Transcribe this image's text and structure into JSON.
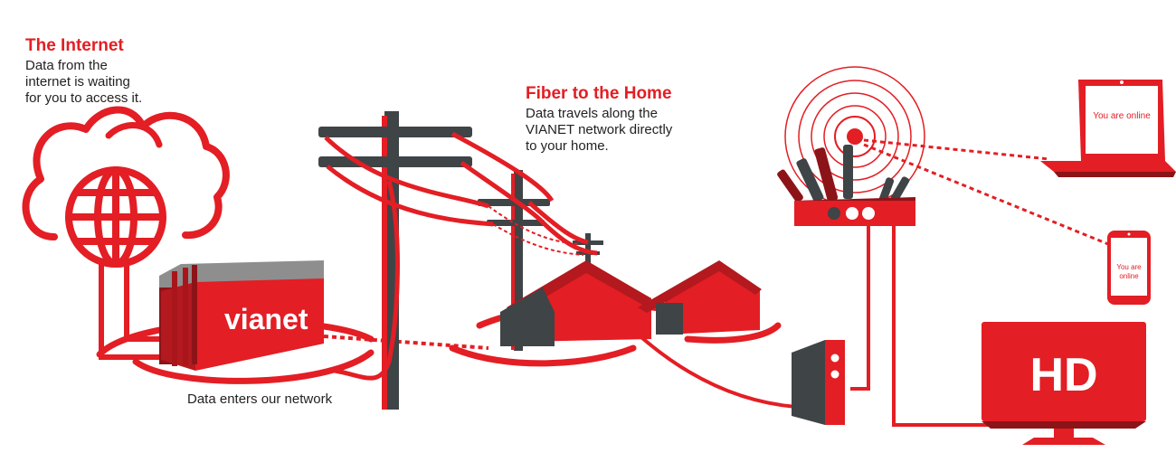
{
  "internet": {
    "heading": "The Internet",
    "lines": [
      "Data from the",
      "internet is waiting",
      "for you to access it."
    ]
  },
  "fiber": {
    "heading": "Fiber to the Home",
    "lines": [
      "Data travels along the",
      "VIANET network directly",
      "to your home."
    ]
  },
  "network": {
    "caption": "Data enters our network",
    "brand": "vianet"
  },
  "devices": {
    "laptop_status": "You are online",
    "phone_status_line1": "You are",
    "phone_status_line2": "online",
    "tv_label": "HD"
  },
  "colors": {
    "red": "#e31e24",
    "dark_red": "#8c1418",
    "grey": "#3f4447",
    "light_grey": "#8e8e8e",
    "text": "#231f20"
  },
  "icons": [
    "cloud-icon",
    "globe-icon",
    "data-center-icon",
    "utility-pole-icon",
    "house-icon",
    "router-icon",
    "wifi-signal-icon",
    "laptop-icon",
    "phone-icon",
    "set-top-box-icon",
    "tv-icon"
  ]
}
